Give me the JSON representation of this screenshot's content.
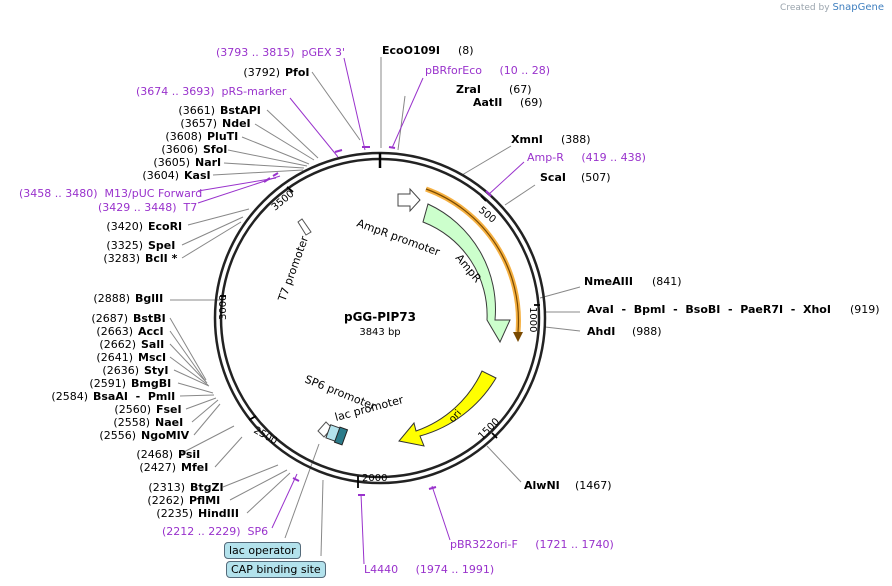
{
  "app": {
    "credit_prefix": "Created by",
    "credit_brand": "SnapGene"
  },
  "plasmid": {
    "name": "pGG-PIP73",
    "length_label": "3843 bp",
    "length": 3843
  },
  "ring_ticks": [
    {
      "label": "500"
    },
    {
      "label": "1000"
    },
    {
      "label": "1500"
    },
    {
      "label": "2000"
    },
    {
      "label": "2500"
    },
    {
      "label": "3000"
    },
    {
      "label": "3500"
    }
  ],
  "inner_labels": {
    "ampr_promoter": "AmpR promoter",
    "ampr": "AmpR",
    "t7_promoter": "T7 promoter",
    "sp6_promoter": "SP6 promoter",
    "lac_promoter": "lac promoter",
    "ori": "ori"
  },
  "enzymes_right": [
    {
      "name": "EcoO109I",
      "pos": "(8)"
    },
    {
      "name": "ZraI",
      "pos": "(67)"
    },
    {
      "name": "AatII",
      "pos": "(69)"
    },
    {
      "name": "XmnI",
      "pos": "(388)"
    },
    {
      "name": "ScaI",
      "pos": "(507)"
    },
    {
      "name": "NmeAIII",
      "pos": "(841)"
    },
    {
      "name": "AvaI  -  BpmI  -  BsoBI  -  PaeR7I  -  XhoI",
      "pos": "(919)"
    },
    {
      "name": "AhdI",
      "pos": "(988)"
    },
    {
      "name": "AlwNI",
      "pos": "(1467)"
    }
  ],
  "enzymes_left": [
    {
      "name": "PfoI",
      "pos": "(3792)"
    },
    {
      "name": "BstAPI",
      "pos": "(3661)"
    },
    {
      "name": "NdeI",
      "pos": "(3657)"
    },
    {
      "name": "PluTI",
      "pos": "(3608)"
    },
    {
      "name": "SfoI",
      "pos": "(3606)"
    },
    {
      "name": "NarI",
      "pos": "(3605)"
    },
    {
      "name": "KasI",
      "pos": "(3604)"
    },
    {
      "name": "EcoRI",
      "pos": "(3420)"
    },
    {
      "name": "SpeI",
      "pos": "(3325)"
    },
    {
      "name": "BclI *",
      "pos": "(3283)"
    },
    {
      "name": "BglII",
      "pos": "(2888)"
    },
    {
      "name": "BstBI",
      "pos": "(2687)"
    },
    {
      "name": "AccI",
      "pos": "(2663)"
    },
    {
      "name": "SalI",
      "pos": "(2662)"
    },
    {
      "name": "MscI",
      "pos": "(2641)"
    },
    {
      "name": "StyI",
      "pos": "(2636)"
    },
    {
      "name": "BmgBI",
      "pos": "(2591)"
    },
    {
      "name": "BsaAI  -  PmlI",
      "pos": "(2584)"
    },
    {
      "name": "FseI",
      "pos": "(2560)"
    },
    {
      "name": "NaeI",
      "pos": "(2558)"
    },
    {
      "name": "NgoMIV",
      "pos": "(2556)"
    },
    {
      "name": "PsiI",
      "pos": "(2468)"
    },
    {
      "name": "MfeI",
      "pos": "(2427)"
    },
    {
      "name": "BtgZI",
      "pos": "(2313)"
    },
    {
      "name": "PflMI",
      "pos": "(2262)"
    },
    {
      "name": "HindIII",
      "pos": "(2235)"
    }
  ],
  "primers": [
    {
      "text": "(3793 .. 3815)  pGEX 3'"
    },
    {
      "text": "pBRforEco     (10 .. 28)"
    },
    {
      "text": "(3674 .. 3693)  pRS-marker"
    },
    {
      "text": "Amp-R     (419 .. 438)"
    },
    {
      "text": "(3458 .. 3480)  M13/pUC Forward"
    },
    {
      "text": "(3429 .. 3448)  T7"
    },
    {
      "text": "(2212 .. 2229)  SP6"
    },
    {
      "text": "L4440     (1974 .. 1991)"
    },
    {
      "text": "pBR322ori-F     (1721 .. 1740)"
    }
  ],
  "features_boxed": [
    {
      "text": "lac operator"
    },
    {
      "text": "CAP binding site"
    }
  ],
  "colors": {
    "primer": "#9932cc",
    "enzyme": "#000000",
    "ampr_fill": "#ccffcc",
    "ori_fill": "#ffff00",
    "ampr_primer_bar": "#f5b041",
    "backbone": "#222222"
  }
}
